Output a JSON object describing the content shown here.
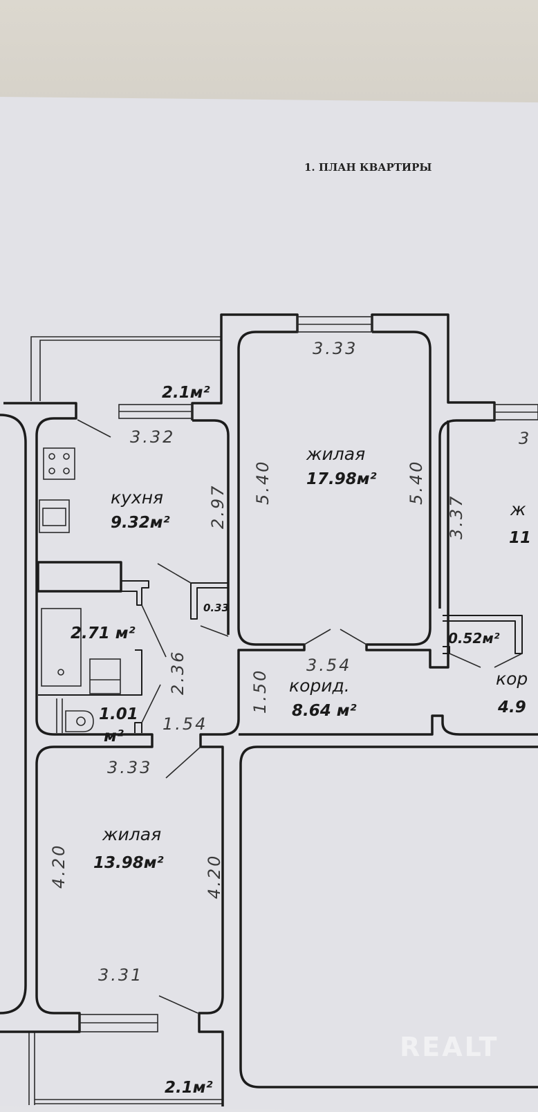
{
  "document": {
    "title": "1. ПЛАН КВАРТИРЫ"
  },
  "rooms": {
    "kitchen": {
      "label": "кухня",
      "area": "9.32м²"
    },
    "living_big": {
      "label": "жилая",
      "area": "17.98м²"
    },
    "living_small": {
      "label": "жилая",
      "area": "13.98м²"
    },
    "living_right": {
      "label": "ж",
      "area": "11"
    },
    "corridor": {
      "label": "корид.",
      "area": "8.64 м²"
    },
    "corridor_right": {
      "label": "кор",
      "area": "4.9"
    },
    "bathroom": {
      "area": "2.71 м²"
    },
    "wc": {
      "area": "1.01",
      "unit": "м²"
    },
    "closet_small": {
      "area": "0.33"
    },
    "closet_right": {
      "area": "0.52м²"
    },
    "balcony_top": {
      "area": "2.1м²"
    },
    "balcony_bottom": {
      "area": "2.1м²"
    }
  },
  "dimensions": {
    "living_big_top": "3.33",
    "living_big_left": "5.40",
    "living_big_right": "5.40",
    "kitchen_top": "3.32",
    "kitchen_right": "2.97",
    "right_room_top": "3",
    "right_room_left": "3.37",
    "corridor_top": "3.54",
    "corridor_left": "1.50",
    "bath_side": "2.36",
    "hall_bottom": "1.54",
    "bedroom_top": "3.33",
    "bedroom_left": "4.20",
    "bedroom_right": "4.20",
    "bedroom_bottom": "3.31"
  },
  "watermark": "REALT"
}
